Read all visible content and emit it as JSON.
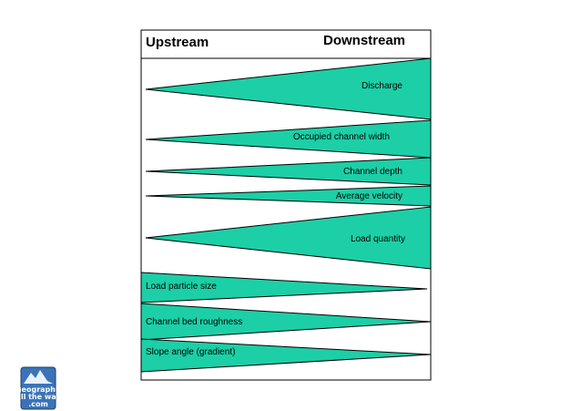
{
  "header": {
    "left_label": "Upstream",
    "right_label": "Downstream"
  },
  "colors": {
    "wedge_fill": "#1ccfa6",
    "outline": "#000000",
    "background": "#ffffff",
    "logo_bg": "#3b73b8"
  },
  "increasing_variables": [
    {
      "label": "Discharge"
    },
    {
      "label": "Occupied channel width"
    },
    {
      "label": "Channel depth"
    },
    {
      "label": "Average velocity"
    },
    {
      "label": "Load quantity"
    }
  ],
  "decreasing_variables": [
    {
      "label": "Load particle size"
    },
    {
      "label": "Channel bed roughness"
    },
    {
      "label": "Slope angle (gradient)"
    }
  ],
  "logo": {
    "line1": "geography",
    "line2": "all the way",
    "line3": ".com",
    "icon": "mountain-logo-icon"
  }
}
